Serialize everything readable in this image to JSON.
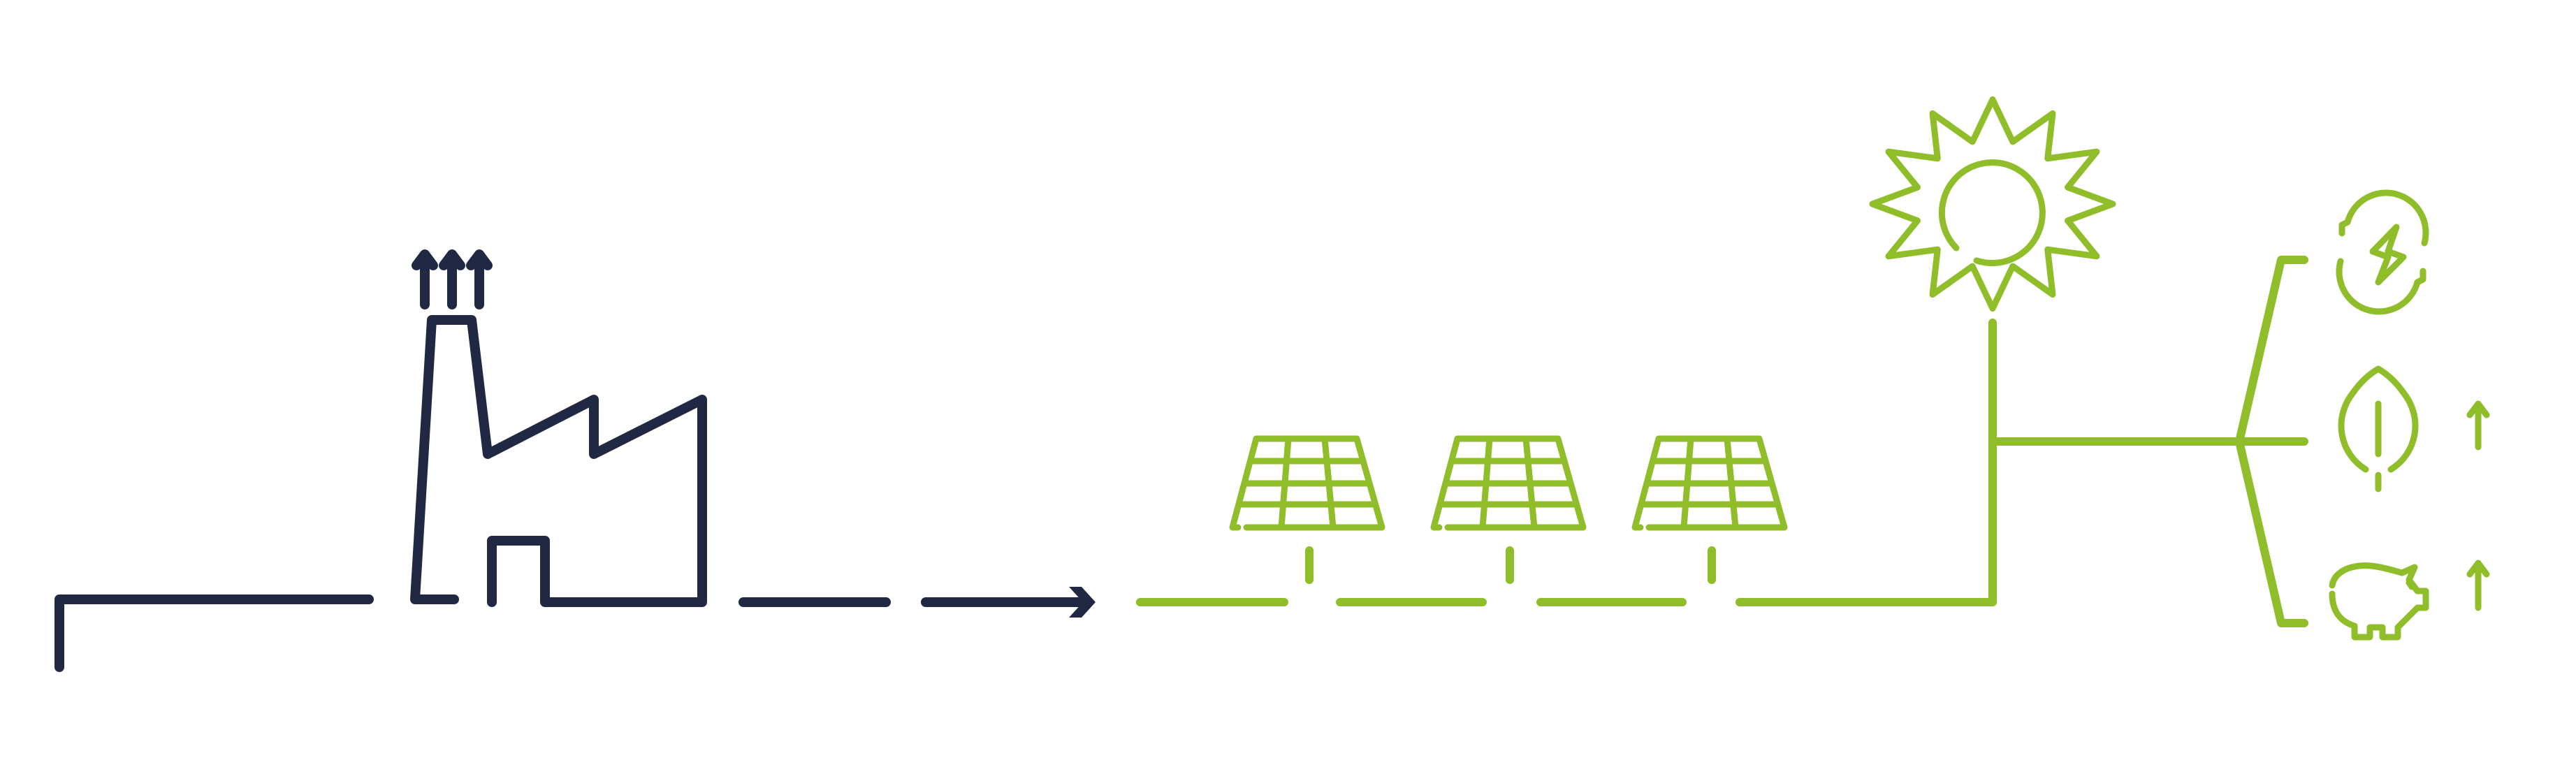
{
  "colors": {
    "navy": "#212844",
    "green": "#8fbe2a",
    "background": "#ffffff"
  },
  "icons": {
    "factory": "factory-icon",
    "emissions": "up-arrow-icon",
    "arrow": "arrow-right-icon",
    "solar_panel": "solar-panel-icon",
    "sun": "sun-icon",
    "renewable_energy": "renewable-energy-icon",
    "sustainability": "leaf-icon",
    "savings": "piggy-bank-icon",
    "increase": "up-arrow-icon"
  },
  "solar_panel_count": 3,
  "benefits": [
    {
      "icon": "renewable-energy-icon",
      "trend": ""
    },
    {
      "icon": "leaf-icon",
      "trend": "up"
    },
    {
      "icon": "piggy-bank-icon",
      "trend": "up"
    }
  ]
}
